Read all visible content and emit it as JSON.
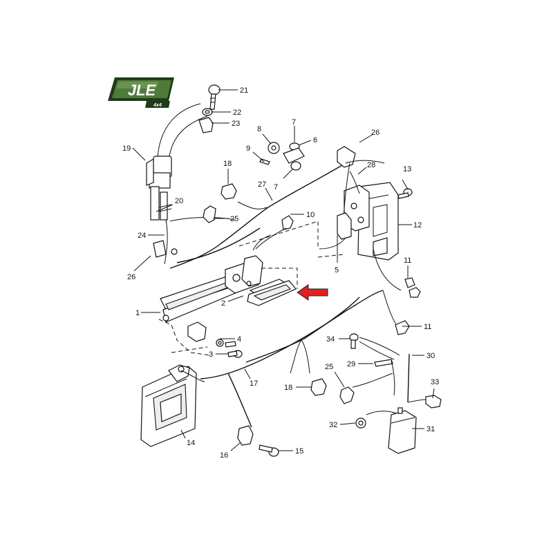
{
  "logo": {
    "brand": "JLE",
    "sub": "4x4",
    "colors": {
      "dark": "#1f3a1c",
      "mid": "#4f7a3a",
      "light": "#9cbf7c"
    }
  },
  "highlight": {
    "color": "#e02020"
  },
  "callouts": {
    "c1": "1",
    "c2": "2",
    "c3": "3",
    "c4": "4",
    "c5": "5",
    "c6": "6",
    "c7a": "7",
    "c7b": "7",
    "c8": "8",
    "c9": "9",
    "c10": "10",
    "c11a": "11",
    "c11b": "11",
    "c12": "12",
    "c13": "13",
    "c14": "14",
    "c15": "15",
    "c16": "16",
    "c17": "17",
    "c18a": "18",
    "c18b": "18",
    "c19": "19",
    "c20": "20",
    "c21": "21",
    "c22": "22",
    "c23": "23",
    "c24": "24",
    "c25a": "25",
    "c25b": "25",
    "c26a": "26",
    "c26b": "26",
    "c27": "27",
    "c28": "28",
    "c29": "29",
    "c30": "30",
    "c31": "31",
    "c32": "32",
    "c33": "33",
    "c34": "34"
  }
}
